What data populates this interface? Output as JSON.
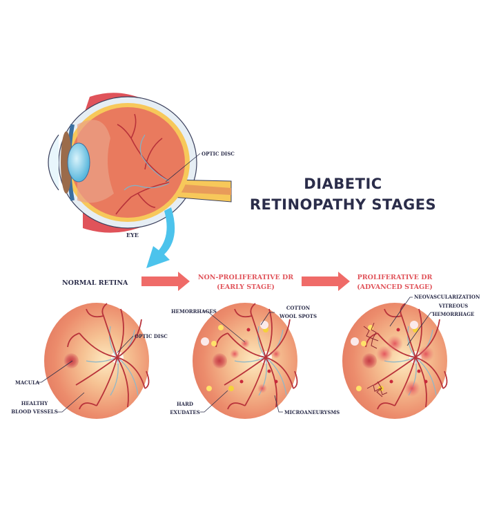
{
  "title": {
    "line1": "DIABETIC",
    "line2": "RETINOPATHY STAGES"
  },
  "eye": {
    "label": "EYE",
    "optic_disc_label": "OPTIC DISC"
  },
  "stages": [
    {
      "label": "NORMAL RETINA"
    },
    {
      "label": "NON-PROLIFERATIVE DR",
      "sublabel": "(EARLY STAGE)"
    },
    {
      "label": "PROLIFERATIVE DR",
      "sublabel": "(ADVANCED STAGE)"
    }
  ],
  "normal_labels": {
    "optic_disc": "OPTIC DISC",
    "macula": "MACULA",
    "vessels_1": "HEALTHY",
    "vessels_2": "BLOOD VESSELS"
  },
  "early_labels": {
    "hemorrhages": "HEMORRHAGES",
    "cotton_1": "COTTON",
    "cotton_2": "WOOL SPOTS",
    "hard_1": "HARD",
    "hard_2": "EXUDATES",
    "micro": "MICROANEURYSMS"
  },
  "advanced_labels": {
    "neo": "NEOVASCULARIZATION",
    "vit_1": "VITREOUS",
    "vit_2": "HEMORRHAGE"
  },
  "colors": {
    "title": "#2b2d4a",
    "accent_red": "#e0535a",
    "arrow_blue": "#4cc3ec",
    "retina": "#e98a6a",
    "vessel": "#b8323a"
  }
}
